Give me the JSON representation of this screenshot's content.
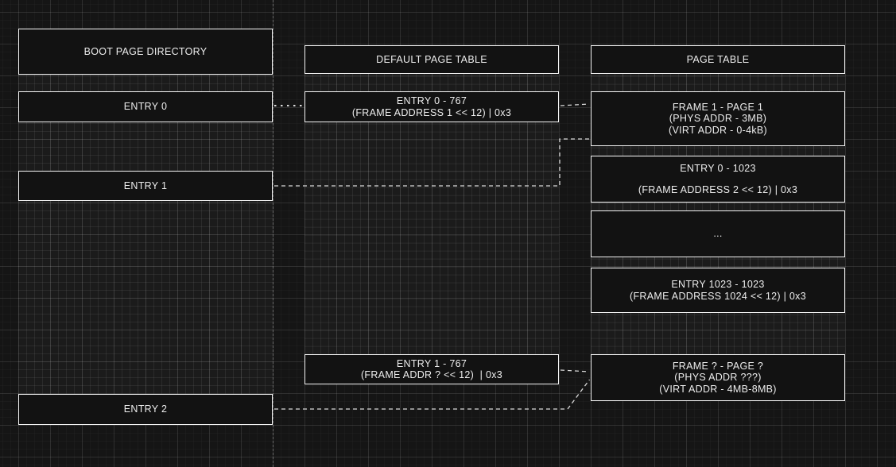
{
  "colors": {
    "canvas_background": "#151515",
    "node_fill": "#121212",
    "node_border": "#f5f5f5",
    "node_text": "#ededed",
    "connector": "#d9d9d9"
  },
  "nodes": {
    "boot_dir_header": {
      "lines": [
        "BOOT PAGE DIRECTORY"
      ]
    },
    "entry0": {
      "lines": [
        "ENTRY 0"
      ]
    },
    "entry1": {
      "lines": [
        "ENTRY 1"
      ]
    },
    "entry2": {
      "lines": [
        "ENTRY 2"
      ]
    },
    "default_pt_header": {
      "lines": [
        "DEFAULT PAGE TABLE"
      ]
    },
    "dpt_entry0": {
      "lines": [
        "ENTRY 0 - 767",
        "(FRAME ADDRESS 1 << 12) | 0x3"
      ]
    },
    "dpt_entry1": {
      "lines": [
        "ENTRY 1 - 767",
        "(FRAME ADDR ? << 12)  | 0x3"
      ]
    },
    "pt_header": {
      "lines": [
        "PAGE TABLE"
      ]
    },
    "pt_frame1": {
      "lines": [
        "FRAME 1 - PAGE 1",
        "(PHYS ADDR - 3MB)",
        "(VIRT ADDR - 0-4kB)"
      ]
    },
    "pt_entry0": {
      "lines": [
        "ENTRY 0 - 1023",
        "(FRAME ADDRESS 2 << 12) | 0x3"
      ]
    },
    "pt_ellipsis": {
      "lines": [
        "..."
      ]
    },
    "pt_entry1023": {
      "lines": [
        "ENTRY 1023 - 1023",
        "(FRAME ADDRESS 1024 << 12) | 0x3"
      ]
    },
    "pt_frameq": {
      "lines": [
        "FRAME ? - PAGE ?",
        "(PHYS ADDR ???)",
        "(VIRT ADDR - 4MB-8MB)"
      ]
    }
  }
}
